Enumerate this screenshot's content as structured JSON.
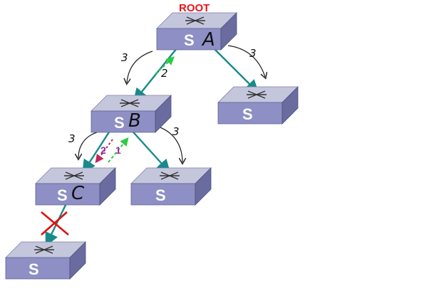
{
  "diagram": {
    "root_label": "ROOT",
    "switch_letter": "S",
    "switches": [
      {
        "id": "sw-a",
        "handwritten": "A"
      },
      {
        "id": "sw-b",
        "handwritten": "B"
      },
      {
        "id": "sw-c",
        "handwritten": "C"
      },
      {
        "id": "sw-right",
        "handwritten": ""
      },
      {
        "id": "sw-mid",
        "handwritten": ""
      },
      {
        "id": "sw-bottom",
        "handwritten": ""
      }
    ],
    "step_labels": {
      "a_left": "3",
      "a_right": "3",
      "a_link": "2",
      "b_left": "3",
      "b_right": "3",
      "b_link_purple": "2",
      "b_link_green": "1"
    },
    "blocked_link_marker": "cross-icon",
    "colors": {
      "root_label": "#e8141b",
      "switch_top": "#c4c6dc",
      "switch_front": "#8e8fc4",
      "switch_side": "#6a6b9e",
      "link": "#178a8a",
      "green_arrow": "#2ecc40",
      "purple": "#8e2aa3",
      "cross": "#e01010"
    }
  }
}
